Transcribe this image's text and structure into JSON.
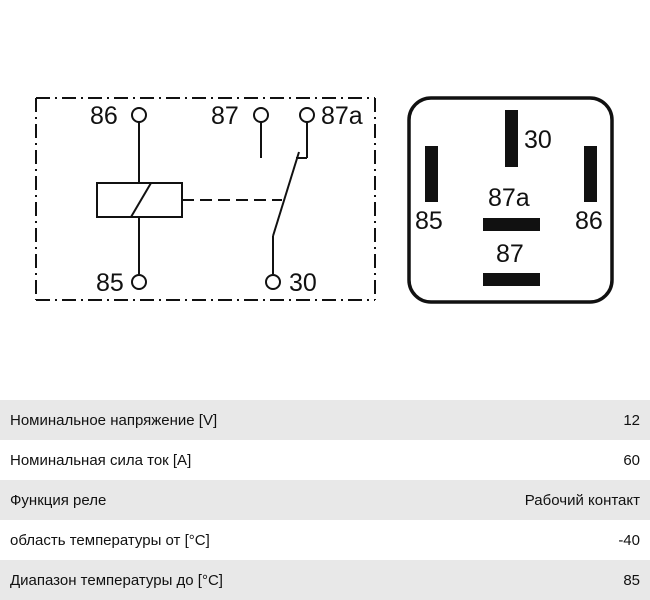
{
  "diagram": {
    "schematic_labels": {
      "t86": "86",
      "t87": "87",
      "t87a": "87a",
      "t85": "85",
      "t30": "30"
    },
    "pinout_labels": {
      "p30": "30",
      "p87a": "87a",
      "p85": "85",
      "p86": "86",
      "p87": "87"
    }
  },
  "specs": [
    {
      "label": "Номинальное напряжение [V]",
      "value": "12"
    },
    {
      "label": "Номинальная сила ток [A]",
      "value": "60"
    },
    {
      "label": "Функция реле",
      "value": "Рабочий контакт"
    },
    {
      "label": "область температуры от [°C]",
      "value": "-40"
    },
    {
      "label": "Диапазон температуры до [°C]",
      "value": "85"
    }
  ]
}
